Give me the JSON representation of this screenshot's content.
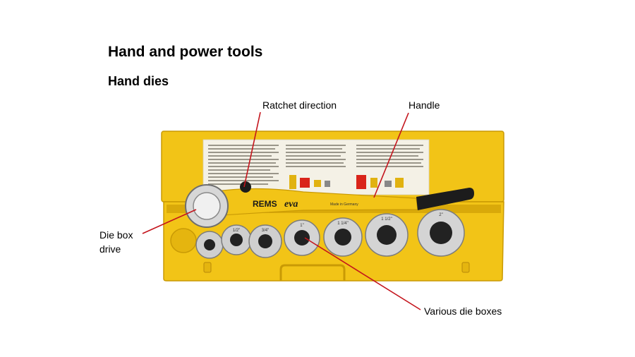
{
  "slide": {
    "title": "Hand and power tools",
    "subtitle": "Hand dies"
  },
  "callouts": {
    "ratchet": "Ratchet direction",
    "handle": "Handle",
    "die_box_line1": "Die box",
    "die_box_line2": "drive",
    "various": "Various die boxes"
  },
  "product": {
    "brand": "REMS",
    "model": "eva",
    "origin": "Made in Germany"
  },
  "dies": [
    "1/2\"",
    "3/4\"",
    "1\"",
    "1 1/4\"",
    "1 1/2\"",
    "2\""
  ],
  "colors": {
    "case_yellow": "#f2c417",
    "case_shadow": "#d9a90a",
    "callout_red": "#c4141c"
  }
}
